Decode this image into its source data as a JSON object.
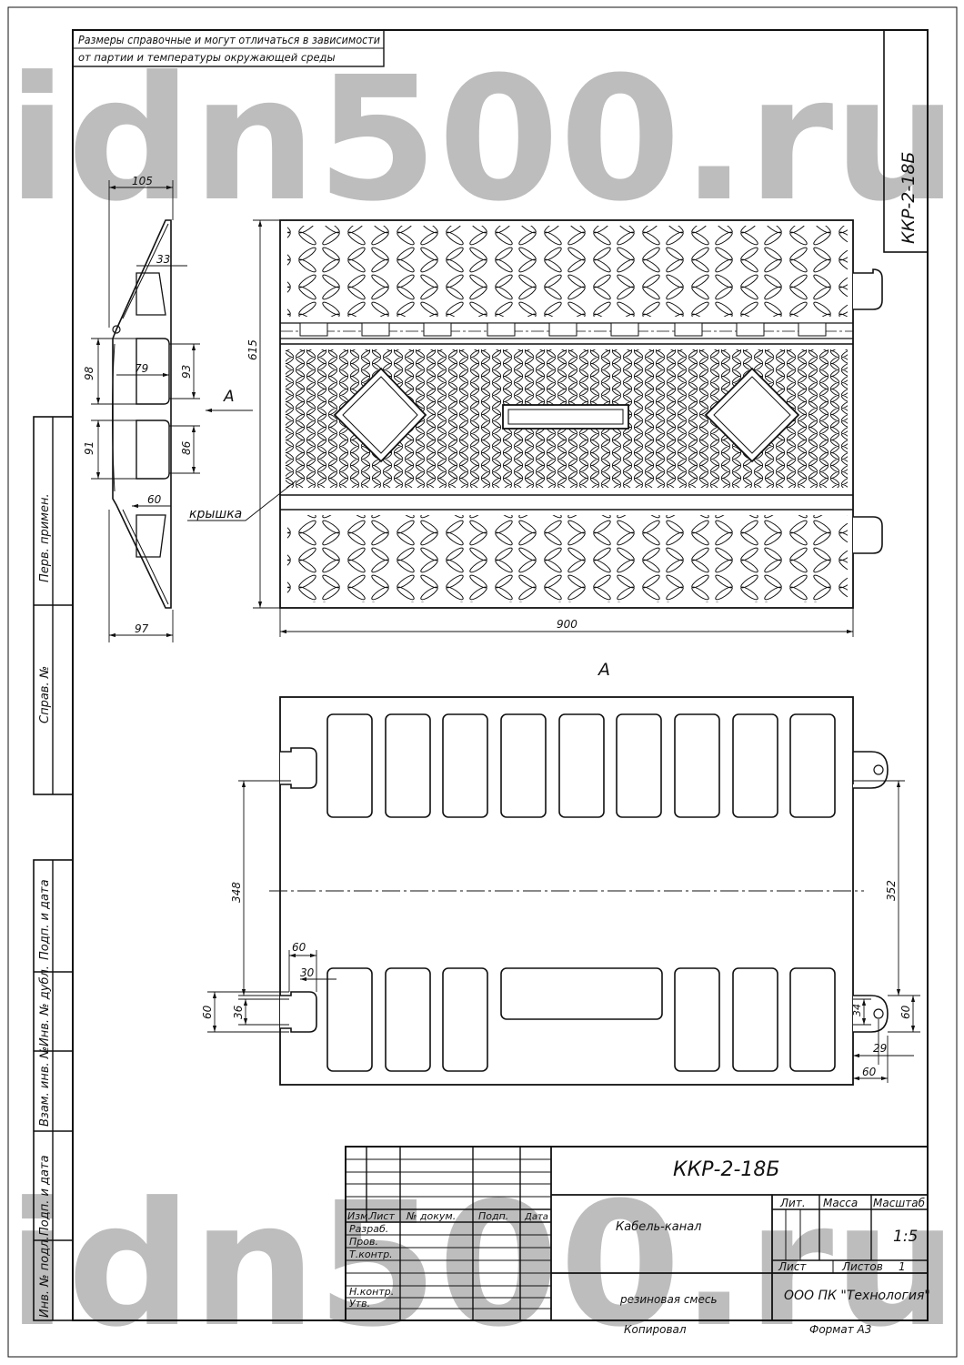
{
  "watermark": "idn500.ru",
  "note": {
    "line1": "Размеры справочные и могут отличаться в зависимости",
    "line2": "от партии и температуры окружающей среды"
  },
  "side_code": "ККР-2-18Б",
  "left_margin": {
    "perv_primen": "Перв. примен.",
    "sprav": "Справ. №",
    "podp_data_1": "Подп. и дата",
    "inv_dubl": "Инв. № дубл.",
    "vzam_inv": "Взам. инв. №",
    "podp_data_2": "Подп. и дата",
    "inv_podl": "Инв. № подл."
  },
  "view_label": "A",
  "callout_lid": "крышка",
  "dims": {
    "d105": "105",
    "d33": "33",
    "d98": "98",
    "d79": "79",
    "d93": "93",
    "d91": "91",
    "d86": "86",
    "d60a": "60",
    "d97": "97",
    "d615": "615",
    "d900": "900",
    "d348": "348",
    "d352": "352",
    "d60b": "60",
    "d30": "30",
    "d60c": "60",
    "d36": "36",
    "d34": "34",
    "d60d": "60",
    "d29": "29",
    "d60e": "60"
  },
  "title_block": {
    "designation": "ККР-2-18Б",
    "name": "Кабель-канал",
    "material": "резиновая смесь",
    "company": "ООО ПК \"Технология\"",
    "lit": "Лит.",
    "massa": "Масса",
    "masshtab": "Масштаб",
    "scale": "1:5",
    "list": "Лист",
    "listov": "Листов",
    "listov_value": "1",
    "izm": "Изм.",
    "list_col": "Лист",
    "n_dokum": "№ докум.",
    "podp": "Подп.",
    "data": "Дата",
    "razrab": "Разраб.",
    "prov": "Пров.",
    "tkontr": "Т.контр.",
    "nkontr": "Н.контр.",
    "utv": "Утв.",
    "kopiroval": "Копировал",
    "format": "Формат А3"
  }
}
